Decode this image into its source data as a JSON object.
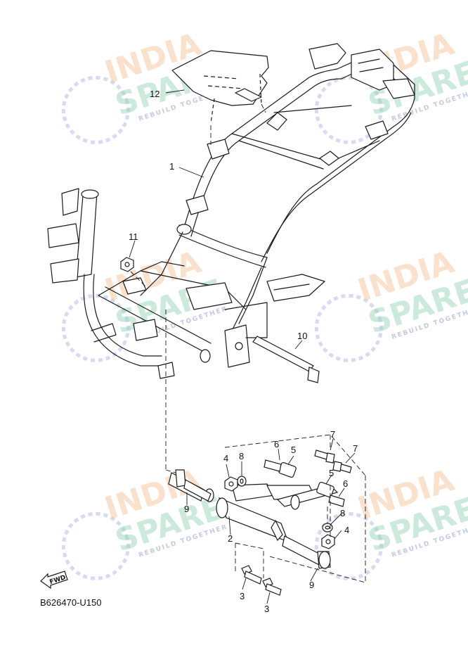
{
  "diagram_code": "B626470-U150",
  "fwd_label": "FWD",
  "watermark": {
    "brand_top": "INDIA",
    "brand_bottom": "SPARE",
    "tagline": "REBUILD TOGETHER"
  },
  "callouts": [
    "1",
    "2",
    "3",
    "3",
    "4",
    "4",
    "5",
    "5",
    "6",
    "6",
    "7",
    "7",
    "8",
    "8",
    "9",
    "9",
    "10",
    "11",
    "12"
  ],
  "colors": {
    "line": "#1a1a1a",
    "watermark_orange": "#f6c9a4",
    "watermark_green": "#9ad6b8",
    "watermark_blue": "#b9c3e6"
  }
}
